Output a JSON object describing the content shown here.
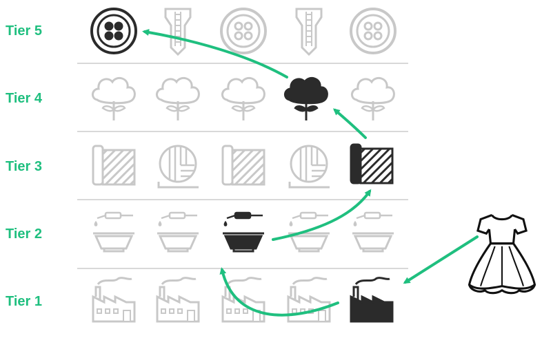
{
  "tiers": [
    {
      "label": "Tier 5",
      "icon": "button-icon"
    },
    {
      "label": "Tier 4",
      "icon": "cotton-plant-icon"
    },
    {
      "label": "Tier 3",
      "icon": "fabric-roll-icon"
    },
    {
      "label": "Tier 2",
      "icon": "dye-basin-icon"
    },
    {
      "label": "Tier 1",
      "icon": "factory-icon"
    }
  ],
  "end_product": {
    "icon": "dress-icon"
  },
  "colors": {
    "accent": "#1fbf7f",
    "faded": "#c8c8c8",
    "active": "#2b2b2b"
  }
}
